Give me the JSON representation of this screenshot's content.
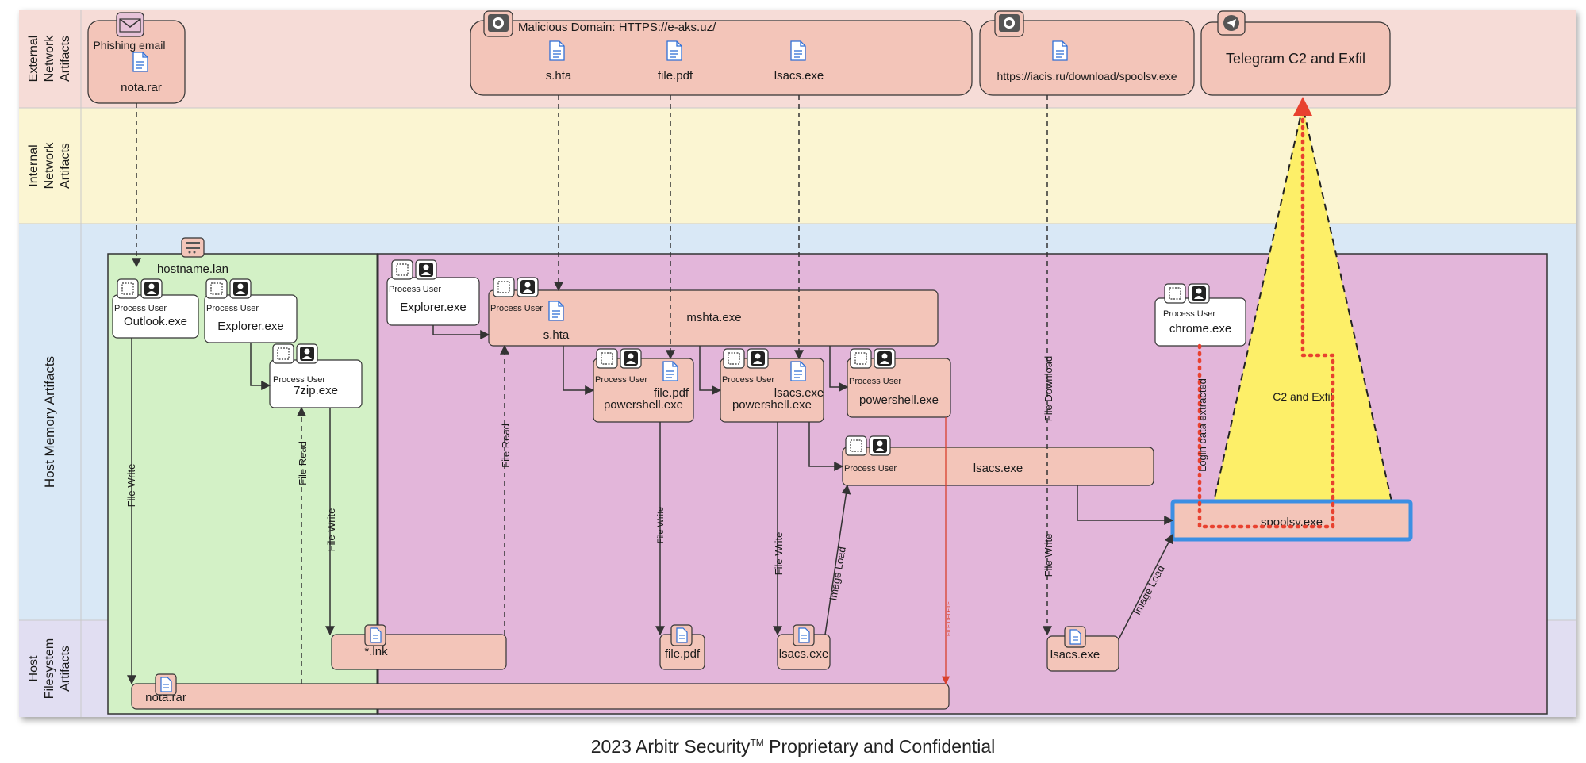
{
  "lanes": [
    {
      "label": [
        "External",
        "Network",
        "Artifacts"
      ]
    },
    {
      "label": [
        "Internal",
        "Network",
        "Artifacts"
      ]
    },
    {
      "label": [
        "Host  Memory Artifacts"
      ]
    },
    {
      "label": [
        "Host",
        "Filesystem",
        "Artifacts"
      ]
    }
  ],
  "external": {
    "phishing": {
      "title": "Phishing email",
      "file": "nota.rar"
    },
    "malicious_domain": {
      "title": "Malicious Domain:  HTTPS://e-aks.uz/",
      "files": [
        "s.hta",
        "file.pdf",
        "lsacs.exe"
      ]
    },
    "download_site": {
      "url": "https://iacis.ru/download/spoolsv.exe"
    },
    "telegram": {
      "title": "Telegram C2 and Exfil"
    }
  },
  "host": {
    "hostname": "hostname.lan",
    "process_user_label": "Process User",
    "processes": {
      "outlook": "Outlook.exe",
      "explorer1": "Explorer.exe",
      "zip": "7zip.exe",
      "explorer2": "Explorer.exe",
      "mshta": "mshta.exe",
      "mshta_child": "s.hta",
      "ps1": "powershell.exe",
      "ps1_file": "file.pdf",
      "ps2": "powershell.exe",
      "ps2_file": "lsacs.exe",
      "ps3": "powershell.exe",
      "lsacs": "lsacs.exe",
      "chrome": "chrome.exe",
      "spoolsv": "spoolsv.exe"
    },
    "c2_label": "C2 and Exfil"
  },
  "filesystem": {
    "lnk": "*.lnk",
    "filepdf": "file.pdf",
    "lsacs1": "lsacs.exe",
    "lsacs2": "lsacs.exe",
    "notarar": "nota.rar"
  },
  "edges": {
    "file_write": "File Write",
    "file_read": "File Read",
    "image_load": "Image Load",
    "file_download": "File Download",
    "login_data": "Login data extracted",
    "file_delete": "FILE DELETE"
  },
  "colors": {
    "external_band": "#f6dcd7",
    "internal_band": "#fbf5d2",
    "memory_band": "#d9e8f6",
    "filesystem_band": "#e1def2",
    "green_zone": "#d3f1c6",
    "purple_zone": "#e3b6da",
    "artifact_fill": "#f3c5b9",
    "c2_triangle": "#fdef68",
    "exfil_path": "#e8412f",
    "spoolsv_border": "#3c8fe3"
  },
  "footer": {
    "text": "2023 Arbitr Security",
    "tm": "TM",
    "rest": " Proprietary and Confidential"
  }
}
